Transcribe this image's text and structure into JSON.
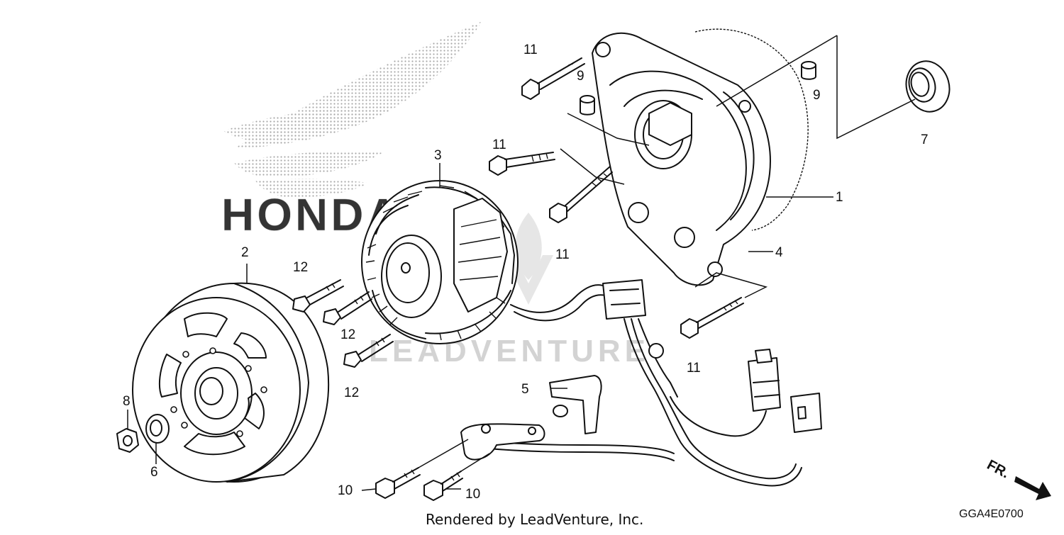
{
  "watermarks": {
    "brand": "HONDA",
    "dealer": "LEADVENTURE"
  },
  "callouts": [
    {
      "id": "c1",
      "label": "1"
    },
    {
      "id": "c2",
      "label": "2"
    },
    {
      "id": "c3",
      "label": "3"
    },
    {
      "id": "c4",
      "label": "4"
    },
    {
      "id": "c5",
      "label": "5"
    },
    {
      "id": "c6",
      "label": "6"
    },
    {
      "id": "c7",
      "label": "7"
    },
    {
      "id": "c8",
      "label": "8"
    },
    {
      "id": "c9a",
      "label": "9"
    },
    {
      "id": "c9b",
      "label": "9"
    },
    {
      "id": "c10a",
      "label": "10"
    },
    {
      "id": "c10b",
      "label": "10"
    },
    {
      "id": "c11a",
      "label": "11"
    },
    {
      "id": "c11b",
      "label": "11"
    },
    {
      "id": "c11c",
      "label": "11"
    },
    {
      "id": "c11d",
      "label": "11"
    },
    {
      "id": "c12a",
      "label": "12"
    },
    {
      "id": "c12b",
      "label": "12"
    },
    {
      "id": "c12c",
      "label": "12"
    }
  ],
  "front_indicator": "FR.",
  "footer": "Rendered by LeadVenture, Inc.",
  "diagram_code": "GGA4E0700",
  "colors": {
    "ink": "#111111",
    "watermark": "#bdbdbd",
    "paper": "#ffffff"
  }
}
